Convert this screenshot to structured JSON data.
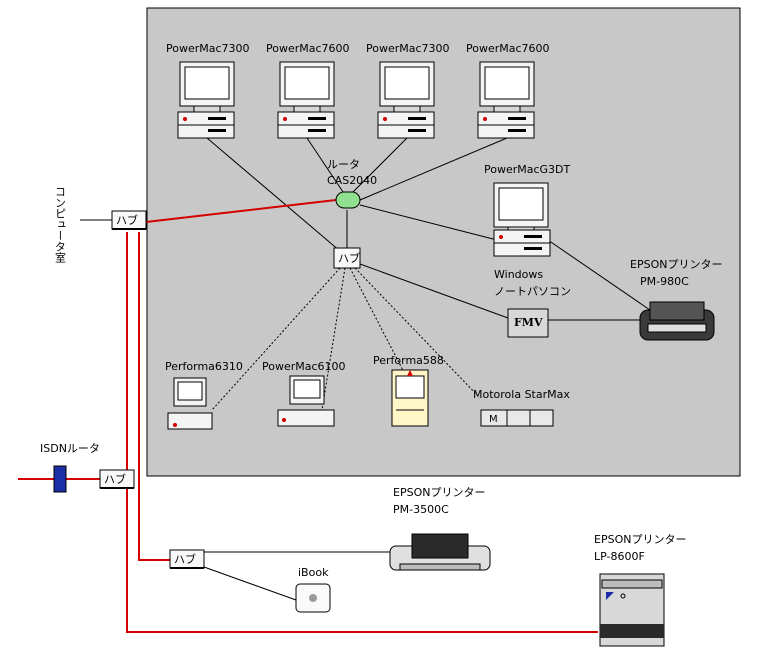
{
  "room_label": "コンピュータ室",
  "isdn_label": "ISDNルータ",
  "hub_label": "ハブ",
  "router": {
    "line1": "ルータ",
    "line2": "CAS2040"
  },
  "computers_top": [
    {
      "label": "PowerMac7300"
    },
    {
      "label": "PowerMac7600"
    },
    {
      "label": "PowerMac7300"
    },
    {
      "label": "PowerMac7600"
    }
  ],
  "g3dt_label": "PowerMacG3DT",
  "notebook": {
    "line1": "Windows",
    "line2": "ノートパソコン",
    "logo": "FMV"
  },
  "printer_980c": {
    "line1": "EPSONプリンター",
    "line2": "PM-980C"
  },
  "performa6310_label": "Performa6310",
  "powermac6100_label": "PowerMac6100",
  "performa588_label": "Performa588",
  "starmax_label": "Motorola StarMax",
  "printer_3500c": {
    "line1": "EPSONプリンター",
    "line2": "PM-3500C"
  },
  "ibook_label": "iBook",
  "printer_8600f": {
    "line1": "EPSONプリンター",
    "line2": "LP-8600F"
  },
  "colors": {
    "room_bg": "#c8c8c8",
    "wan_link": "#d40000",
    "router": "#8fe08f",
    "isdn_box": "#1a2ea8"
  }
}
